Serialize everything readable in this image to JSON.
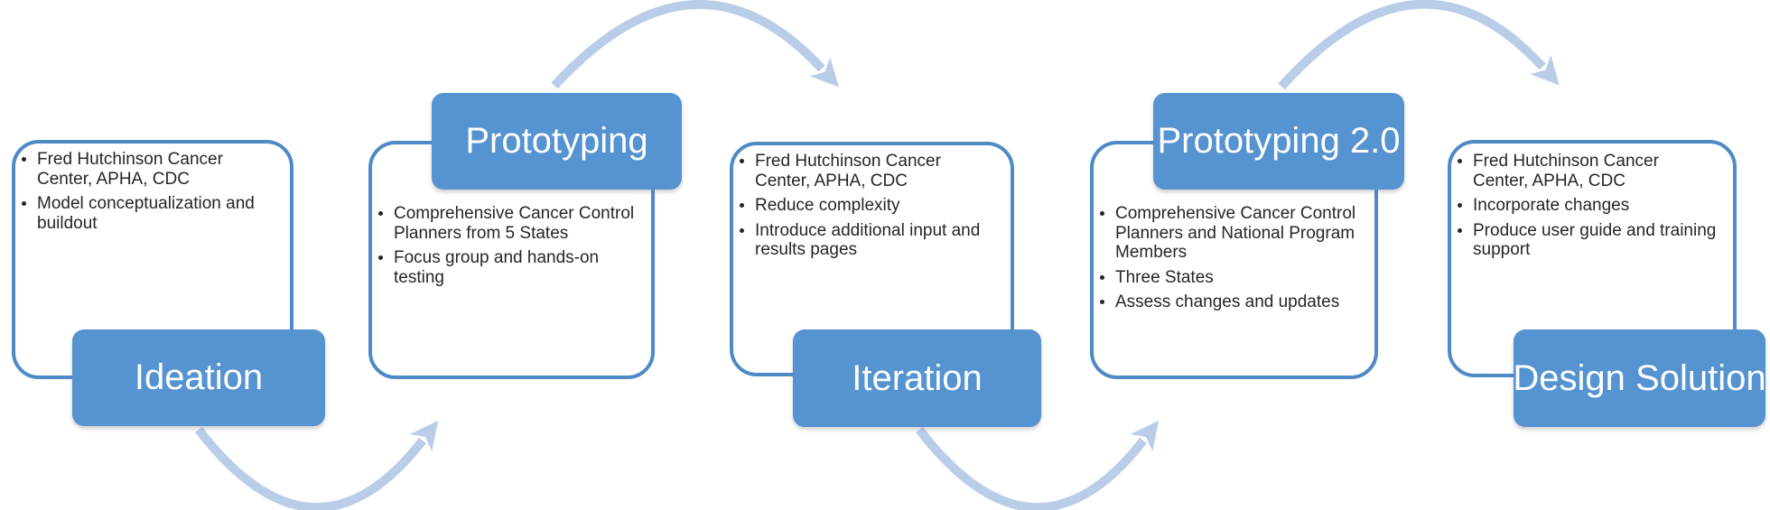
{
  "diagram": {
    "type": "process-flow",
    "colors": {
      "accent": "#5593D1",
      "accent_border": "#4D8AC6",
      "arrow": "#B9CDE9",
      "text": "#262626",
      "label_text": "#FFFFFF"
    },
    "stages": [
      {
        "label": "Ideation",
        "label_position": "bottom",
        "bullets": [
          "Fred Hutchinson Cancer Center, APHA, CDC",
          "Model conceptualization and buildout"
        ]
      },
      {
        "label": "Prototyping",
        "label_position": "top",
        "bullets": [
          "Comprehensive Cancer Control Planners from 5 States",
          "Focus group and hands-on testing"
        ]
      },
      {
        "label": "Iteration",
        "label_position": "bottom",
        "bullets": [
          "Fred Hutchinson Cancer Center, APHA, CDC",
          "Reduce complexity",
          "Introduce additional input and results pages"
        ]
      },
      {
        "label": "Prototyping 2.0",
        "label_position": "top",
        "bullets": [
          "Comprehensive Cancer Control Planners and National Program Members",
          "Three States",
          "Assess changes and updates"
        ]
      },
      {
        "label": "Design Solution",
        "label_position": "bottom",
        "bullets": [
          "Fred Hutchinson Cancer Center, APHA, CDC",
          "Incorporate changes",
          "Produce user guide and training support"
        ]
      }
    ]
  }
}
